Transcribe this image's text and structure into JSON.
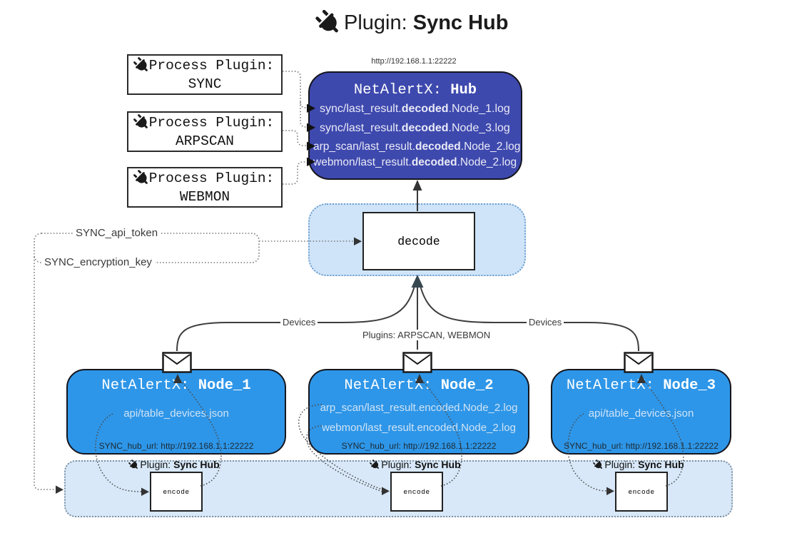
{
  "title": {
    "prefix": "Plugin: ",
    "bold": "Sync Hub"
  },
  "hub": {
    "url": "http://192.168.1.1:22222",
    "name_prefix": "NetAlertX: ",
    "name_bold": "Hub",
    "files": [
      {
        "pre": "sync/last_result.",
        "bold": "decoded",
        "post": ".Node_1.log"
      },
      {
        "pre": "sync/last_result.",
        "bold": "decoded",
        "post": ".Node_3.log"
      },
      {
        "pre": "arp_scan/last_result.",
        "bold": "decoded",
        "post": ".Node_2.log"
      },
      {
        "pre": "webmon/last_result.",
        "bold": "decoded",
        "post": ".Node_2.log"
      }
    ]
  },
  "process_plugins": [
    {
      "label": "Process Plugin:",
      "name": "SYNC"
    },
    {
      "label": "Process Plugin:",
      "name": "ARPSCAN"
    },
    {
      "label": "Process Plugin:",
      "name": "WEBMON"
    }
  ],
  "decode_label": "decode",
  "encode_label": "encode",
  "tokens": {
    "api": "SYNC_api_token",
    "key": "SYNC_encryption_key"
  },
  "edge_labels": {
    "left": "Devices",
    "middle": "Plugins: ARPSCAN, WEBMON",
    "right": "Devices"
  },
  "nodes": [
    {
      "name_prefix": "NetAlertX: ",
      "name_bold": "Node_1",
      "files": [
        "api/table_devices.json"
      ],
      "hub_url": "SYNC_hub_url: http://192.168.1.1:22222"
    },
    {
      "name_prefix": "NetAlertX: ",
      "name_bold": "Node_2",
      "files": [
        "arp_scan/last_result.encoded.Node_2.log",
        "webmon/last_result.encoded.Node_2.log"
      ],
      "hub_url": "SYNC_hub_url: http://192.168.1.1:22222"
    },
    {
      "name_prefix": "NetAlertX: ",
      "name_bold": "Node_3",
      "files": [
        "api/table_devices.json"
      ],
      "hub_url": "SYNC_hub_url: http://192.168.1.1:22222"
    }
  ],
  "sync_plugin_label": {
    "prefix": "Plugin: ",
    "bold": "Sync Hub"
  },
  "colors": {
    "hub_fill": "#3e49ae",
    "node_fill": "#2e96e8",
    "panel_fill": "#cfe4f8",
    "strip_fill": "#d8e8f8",
    "accent_dark": "#333333"
  }
}
